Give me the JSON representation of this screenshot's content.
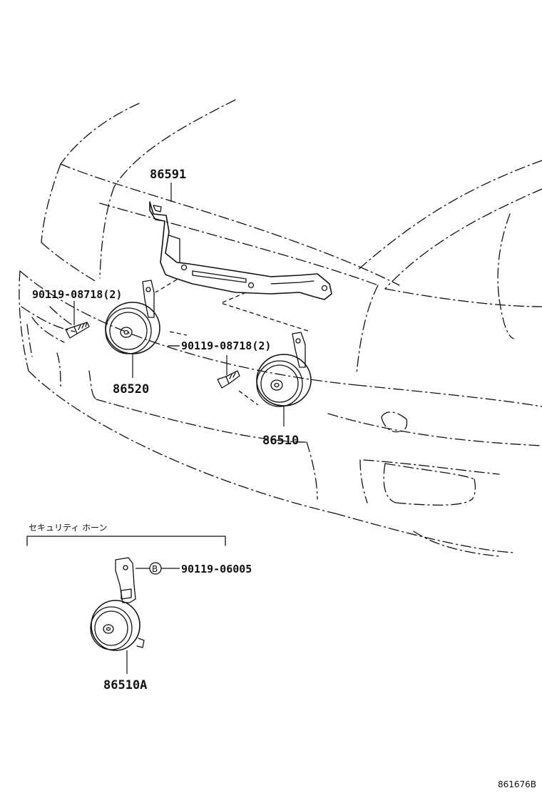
{
  "labels": {
    "bracket": "86591",
    "bolt_left": "90119-08718(2)",
    "bolt_right": "90119-08718(2)",
    "horn_low": "86520",
    "horn_high": "86510",
    "security_title": "セキュリティ ホーン",
    "security_bolt": "90119-06005",
    "security_bolt_marker": "B",
    "security_horn": "86510A",
    "figure_ref": "861676B"
  }
}
